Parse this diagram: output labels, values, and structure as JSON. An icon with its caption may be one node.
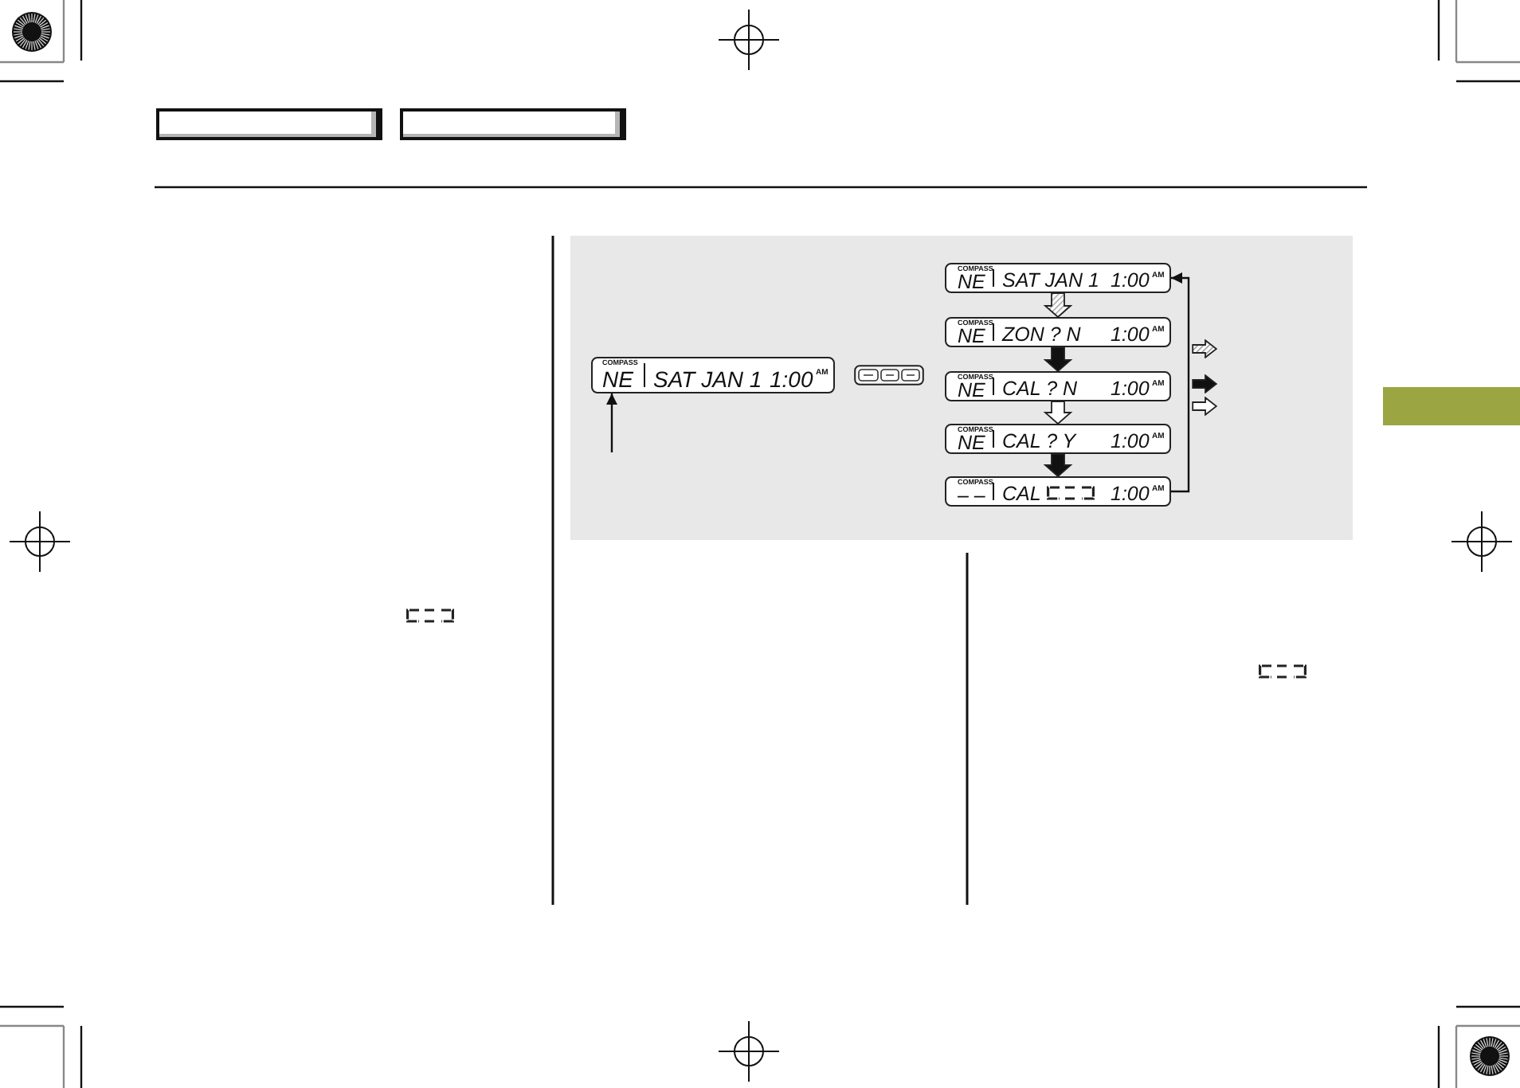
{
  "diagram": {
    "nodes": [
      {
        "text": [
          "COMPASS",
          "NE",
          "SAT JAN 1",
          "1:00",
          "AM"
        ]
      },
      {
        "text": [
          "COMPASS",
          "NE",
          "SAT JAN 1",
          "1:00",
          "AM"
        ]
      },
      {
        "text": [
          "COMPASS",
          "NE",
          "ZON ? N",
          "1:00",
          "AM"
        ]
      },
      {
        "text": [
          "COMPASS",
          "NE",
          "CAL ? N",
          "1:00",
          "AM"
        ]
      },
      {
        "text": [
          "COMPASS",
          "NE",
          "CAL ? Y",
          "1:00",
          "AM"
        ]
      },
      {
        "text": [
          "COMPASS",
          "– –",
          "CAL",
          "1:00",
          "AM"
        ]
      },
      {
        "text": [],
        "shape": "box"
      }
    ],
    "edges": [
      {
        "from": null,
        "to": 0,
        "arrow": "to"
      },
      {
        "from": 1,
        "to": 2,
        "arrow": "to",
        "color": "#a0a0a0"
      },
      {
        "from": 2,
        "to": 3,
        "arrow": "to"
      },
      {
        "from": 3,
        "to": 4,
        "arrow": "to",
        "color": "#ffffff"
      },
      {
        "from": 4,
        "to": 5,
        "arrow": "to"
      },
      {
        "from": 5,
        "to": 1,
        "arrow": "to"
      }
    ]
  }
}
